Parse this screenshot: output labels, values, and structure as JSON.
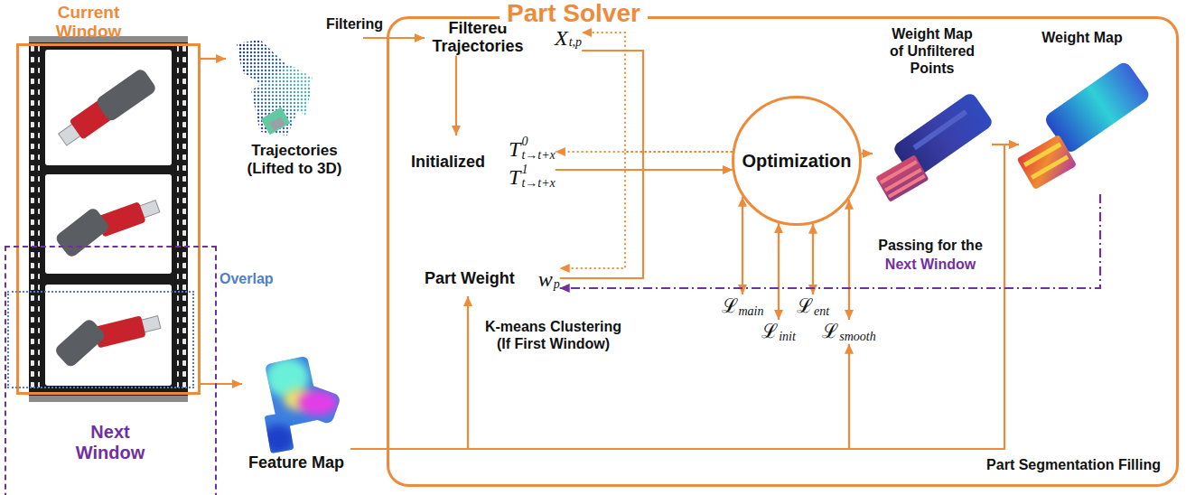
{
  "diagram": {
    "nodes": [
      {
        "text": [
          "Current Window"
        ]
      },
      {
        "text": [
          "Next Window"
        ]
      },
      {
        "text": [
          "Overlap"
        ]
      },
      {
        "text": [
          "Trajectories (Lifted to 3D)"
        ]
      },
      {
        "text": [
          "Feature Map"
        ]
      },
      {
        "text": [
          "Part Solver"
        ]
      },
      {
        "text": [
          "Filtered Trajectories",
          "X",
          "t,p"
        ],
        "in": 5
      },
      {
        "text": [
          "Initialized",
          "T",
          "0",
          "t→t+x",
          "T",
          "1",
          "t→t+x"
        ],
        "in": 5
      },
      {
        "text": [
          "Part Weight",
          "w",
          "p"
        ],
        "in": 5
      },
      {
        "text": [
          "Optimization"
        ],
        "in": 5
      },
      {
        "text": [
          "Weight Map of Unfiltered Points"
        ],
        "in": 5
      },
      {
        "text": [
          "Weight Map"
        ],
        "in": 5
      },
      {
        "text": [
          "ℒ",
          "main"
        ],
        "in": 5
      },
      {
        "text": [
          "ℒ",
          "init"
        ],
        "in": 5
      },
      {
        "text": [
          "ℒ",
          "ent"
        ],
        "in": 5
      },
      {
        "text": [
          "ℒ",
          "smooth"
        ],
        "in": 5
      }
    ],
    "edges": [
      {
        "from": 0,
        "to": 3,
        "arrow": "to"
      },
      {
        "from": 0,
        "to": 4,
        "arrow": "to"
      },
      {
        "from": 3,
        "to": 6,
        "label": "Filtering",
        "arrow": "to"
      },
      {
        "from": 6,
        "to": 7,
        "arrow": "to"
      },
      {
        "from": 6,
        "to": 9,
        "arrow": "to"
      },
      {
        "from": 7,
        "to": 9,
        "arrow": "to"
      },
      {
        "from": 8,
        "to": 9,
        "arrow": "to"
      },
      {
        "from": 9,
        "to": 6,
        "arrow": "to"
      },
      {
        "from": 9,
        "to": 7,
        "arrow": "to"
      },
      {
        "from": 9,
        "to": 8,
        "arrow": "to"
      },
      {
        "from": 9,
        "to": 10,
        "arrow": "to"
      },
      {
        "from": 10,
        "to": 11,
        "arrow": "to"
      },
      {
        "from": 9,
        "to": 12,
        "arrow": "both"
      },
      {
        "from": 9,
        "to": 13,
        "arrow": "both"
      },
      {
        "from": 9,
        "to": 14,
        "arrow": "both"
      },
      {
        "from": 9,
        "to": 15,
        "arrow": "both"
      },
      {
        "from": 4,
        "to": 8,
        "label": "K-means Clustering (If First Window)",
        "arrow": "to"
      },
      {
        "from": 4,
        "to": 15,
        "arrow": "to"
      },
      {
        "from": 4,
        "to": 11,
        "label": "Part Segmentation Filling",
        "arrow": "to"
      },
      {
        "from": 11,
        "to": 8,
        "label": "Passing for the",
        "arrow": "to"
      }
    ],
    "labels": [
      "Next Window"
    ]
  }
}
